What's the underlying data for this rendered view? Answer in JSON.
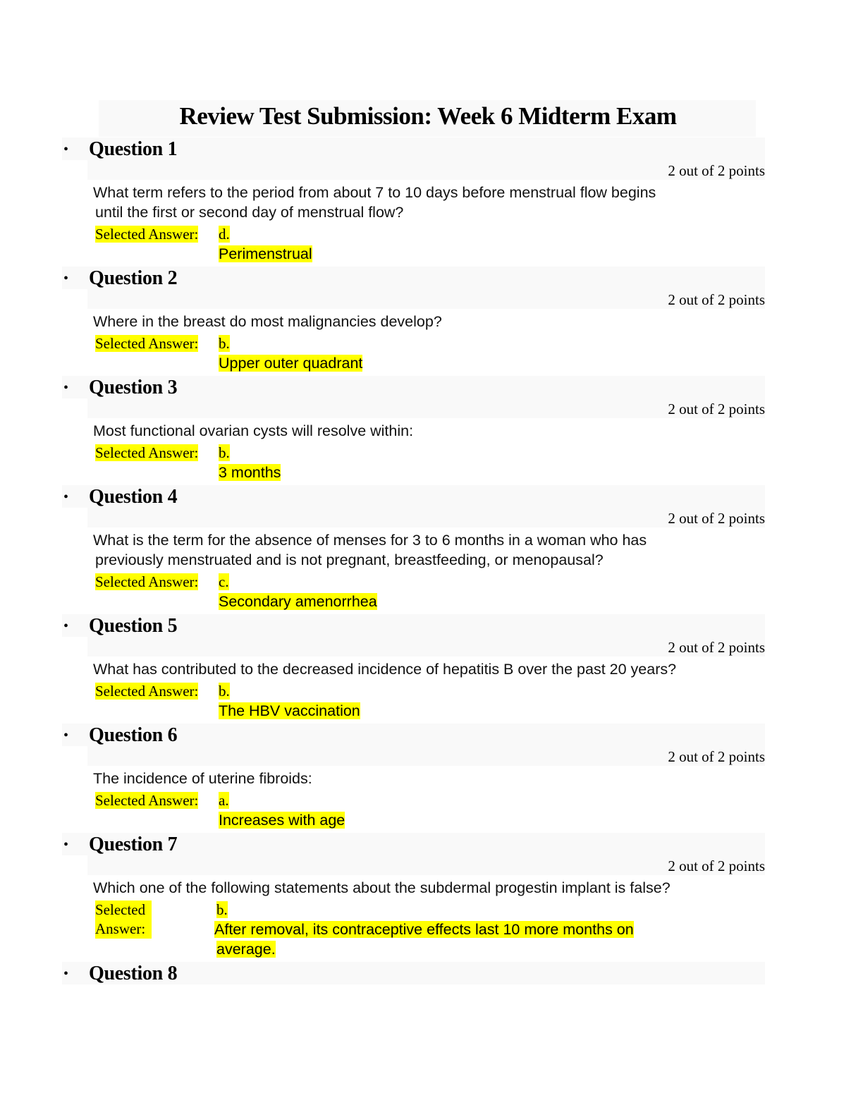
{
  "title": "Review Test Submission: Week 6 Midterm Exam",
  "selected_answer_label": "Selected Answer:",
  "questions": [
    {
      "title": "Question 1",
      "points": "2 out of 2 points",
      "text": [
        "What term refers to the period from about 7 to 10 days before menstrual flow begins",
        "until the first or second day of menstrual flow?"
      ],
      "letter": "d.",
      "answer": "Perimenstrual"
    },
    {
      "title": "Question 2",
      "points": "2 out of 2 points",
      "text": [
        "Where in the breast do most malignancies develop?"
      ],
      "letter": "b.",
      "answer": "Upper outer quadrant"
    },
    {
      "title": "Question 3",
      "points": "2 out of 2 points",
      "text": [
        "Most functional ovarian cysts will resolve within:"
      ],
      "letter": "b.",
      "answer": "3 months"
    },
    {
      "title": "Question 4",
      "points": "2 out of 2 points",
      "text": [
        "What is the term for the absence of menses for 3 to 6 months in a woman who has",
        "previously menstruated and is not pregnant, breastfeeding, or menopausal?"
      ],
      "letter": "c.",
      "answer": "Secondary amenorrhea"
    },
    {
      "title": "Question 5",
      "points": "2 out of 2 points",
      "text": [
        "What has contributed to the decreased incidence of hepatitis B over the past 20 years?"
      ],
      "letter": "b.",
      "answer": "The HBV vaccination"
    },
    {
      "title": "Question 6",
      "points": "2 out of 2 points",
      "text": [
        "The incidence of uterine fibroids:"
      ],
      "letter": "a.",
      "answer": "Increases with age"
    },
    {
      "title": "Question 7",
      "points": "2 out of 2 points",
      "text": [
        "Which one of the following statements about the subdermal progestin implant is false?"
      ],
      "letter": "b.",
      "answer": "After removal, its contraceptive effects last 10 more months on average."
    },
    {
      "title": "Question 8"
    }
  ]
}
